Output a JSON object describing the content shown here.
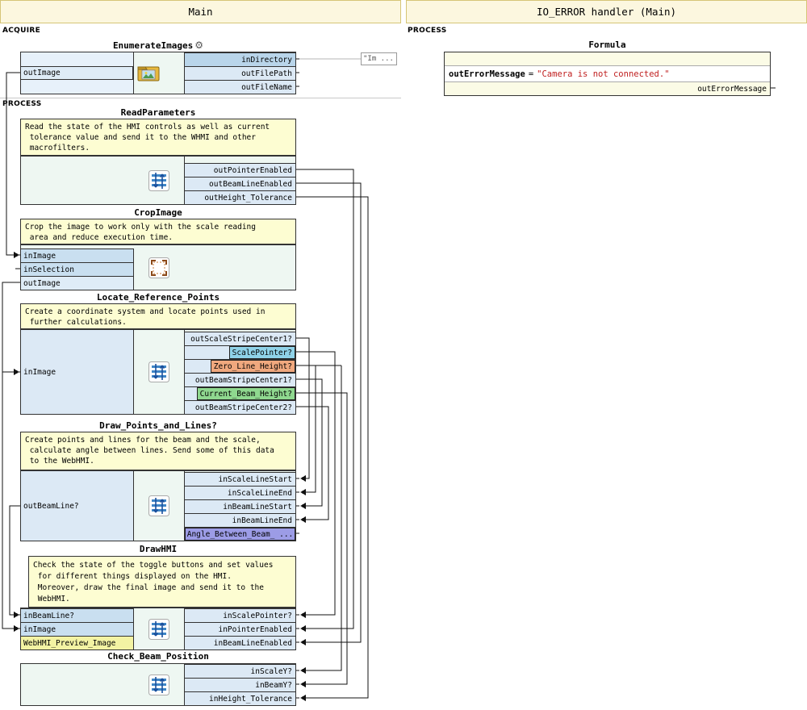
{
  "tabs": [
    {
      "label": "Main"
    },
    {
      "label": "IO_ERROR handler (Main)"
    }
  ],
  "sections": {
    "acquire": "ACQUIRE",
    "process_left": "PROCESS",
    "process_right": "PROCESS"
  },
  "icons": {
    "gear": "⚙"
  },
  "colors": {
    "accent_cyan": "#8fd2e8",
    "accent_orange": "#f0a87e",
    "accent_green": "#8fd88f",
    "accent_purple": "#9c9ce6",
    "accent_yellow": "#f3f3a3",
    "string_red": "#c02020",
    "row_blue": "#dce9f5",
    "selected_blue": "#b9d5ea",
    "comment_yellow": "#fdfdd2"
  },
  "constants": {
    "in_directory": "\"Im ..."
  },
  "blocks": {
    "enumerate_images": {
      "title": "EnumerateImages",
      "left_ports": [
        "outImage"
      ],
      "right_ports": [
        "inDirectory",
        "outFilePath",
        "outFileName"
      ]
    },
    "read_parameters": {
      "title": "ReadParameters",
      "comment": "Read the state of the HMI controls as well as current\n tolerance value and send it to the WHMI and other\n macrofilters.",
      "right_ports": [
        "outPointerEnabled",
        "outBeamLineEnabled",
        "outHeight_Tolerance"
      ]
    },
    "crop_image": {
      "title": "CropImage",
      "comment": "Crop the image to work only with the scale reading\n area and reduce execution time.",
      "left_ports": [
        "inImage",
        "inSelection",
        "outImage"
      ]
    },
    "locate_reference_points": {
      "title": "Locate_Reference_Points",
      "comment": "Create a coordinate system and locate points used in\n further calculations.",
      "left_label": "inImage",
      "right_ports": [
        "outScaleStripeCenter1?",
        "ScalePointer?",
        "Zero_Line_Height?",
        "outBeamStripeCenter1?",
        "Current_Beam_Height?",
        "outBeamStripeCenter2?"
      ]
    },
    "draw_points_and_lines": {
      "title": "Draw_Points_and_Lines?",
      "comment": "Create points and lines for the beam and the scale,\n calculate angle between lines. Send some of this data\n to the WebHMI.",
      "left_label": "outBeamLine?",
      "right_ports": [
        "inScaleLineStart",
        "inScaleLineEnd",
        "inBeamLineStart",
        "inBeamLineEnd",
        "Angle_Between_Beam_ ..."
      ]
    },
    "draw_hmi": {
      "title": "DrawHMI",
      "comment": "Check the state of the toggle buttons and set values\n for different things displayed on the HMI.\n Moreover, draw the final image and send it to the\n WebHMI.",
      "left_ports": [
        "inBeamLine?",
        "inImage",
        "WebHMI_Preview_Image"
      ],
      "right_ports": [
        "inScalePointer?",
        "inPointerEnabled",
        "inBeamLineEnabled"
      ]
    },
    "check_beam_position": {
      "title": "Check_Beam_Position",
      "right_ports": [
        "inScaleY?",
        "inBeamY?",
        "inHeight_Tolerance"
      ]
    }
  },
  "formula": {
    "title": "Formula",
    "lhs": "outErrorMessage",
    "equals": "=",
    "rhs": "\"Camera is not connected.\"",
    "out_port": "outErrorMessage"
  }
}
